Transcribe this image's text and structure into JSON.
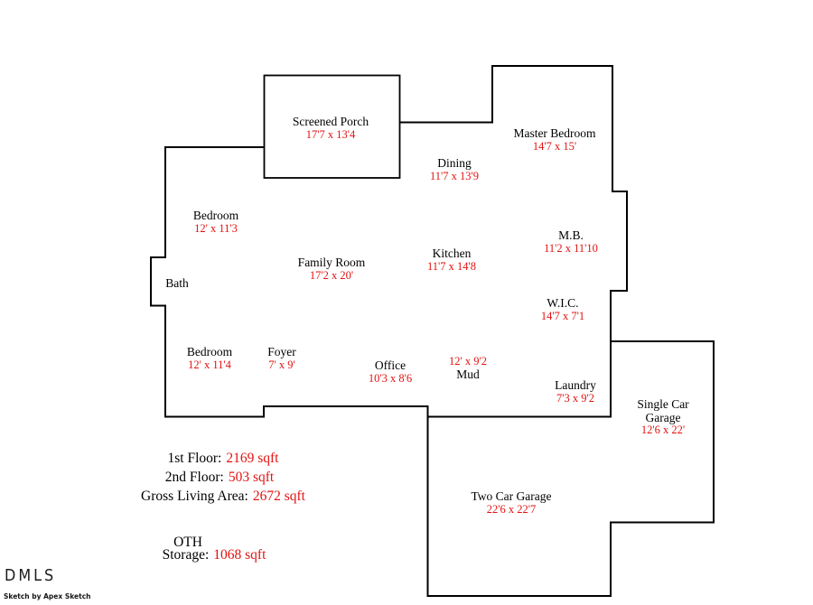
{
  "colors": {
    "wall": "#000000",
    "dimension_red": "#e31212",
    "label_black": "#000000",
    "background": "#ffffff"
  },
  "rooms": {
    "screened_porch": {
      "label": "Screened Porch",
      "dims": "17'7 x 13'4"
    },
    "dining": {
      "label": "Dining",
      "dims": "11'7 x 13'9"
    },
    "master_bedroom": {
      "label": "Master Bedroom",
      "dims": "14'7 x 15'"
    },
    "bedroom_upper": {
      "label": "Bedroom",
      "dims": "12' x 11'3"
    },
    "mb": {
      "label": "M.B.",
      "dims": "11'2 x 11'10"
    },
    "kitchen": {
      "label": "Kitchen",
      "dims": "11'7 x 14'8"
    },
    "family_room": {
      "label": "Family Room",
      "dims": "17'2 x 20'"
    },
    "bath": {
      "label": "Bath"
    },
    "wic": {
      "label": "W.I.C.",
      "dims": "14'7 x 7'1"
    },
    "bedroom_lower": {
      "label": "Bedroom",
      "dims": "12' x 11'4"
    },
    "foyer": {
      "label": "Foyer",
      "dims": "7' x 9'"
    },
    "office": {
      "label": "Office",
      "dims": "10'3 x 8'6"
    },
    "mud": {
      "label": "Mud",
      "dims": "12' x 9'2"
    },
    "laundry": {
      "label": "Laundry",
      "dims": "7'3 x 9'2"
    },
    "single_garage": {
      "label": "Single Car",
      "label2": "Garage",
      "dims": "12'6 x 22'"
    },
    "two_car_garage": {
      "label": "Two Car Garage",
      "dims": "22'6 x 22'7"
    }
  },
  "summary": {
    "lines": [
      {
        "label": "1st Floor:",
        "value": "2169 sqft"
      },
      {
        "label": "2nd Floor:",
        "value": "503 sqft"
      },
      {
        "label": "Gross Living Area:",
        "value": "2672 sqft"
      }
    ],
    "other_title": "OTH",
    "storage": {
      "label": "Storage:",
      "value": "1068 sqft"
    }
  },
  "branding": {
    "logo": "DMLS",
    "credit": "Sketch by Apex Sketch"
  }
}
